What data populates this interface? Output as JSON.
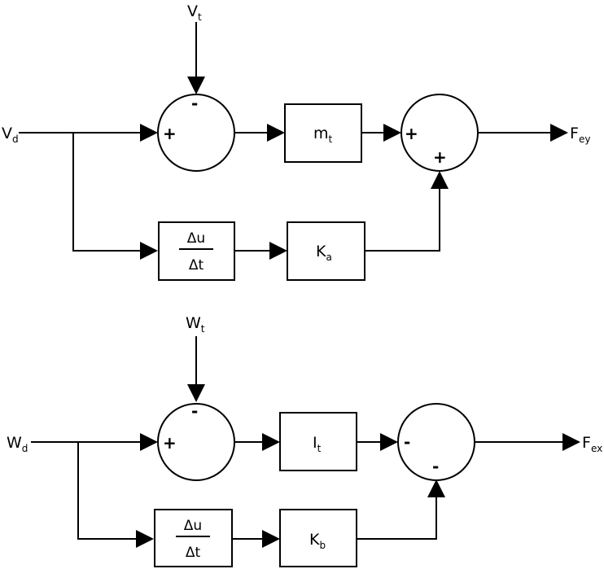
{
  "diagrams": [
    {
      "name": "translational-loop",
      "input": {
        "main": "V",
        "sub": "d"
      },
      "reference": {
        "main": "V",
        "sub": "t"
      },
      "sum1": {
        "left_sign": "+",
        "top_sign": "-"
      },
      "gain_block": {
        "main": "m",
        "sub": "t"
      },
      "derivative_block": {
        "numerator": "Δu",
        "denominator": "Δt"
      },
      "feedback_gain": {
        "main": "K",
        "sub": "a"
      },
      "sum2": {
        "left_sign": "+",
        "bottom_sign": "+"
      },
      "output": {
        "main": "F",
        "sub": "ey"
      }
    },
    {
      "name": "rotational-loop",
      "input": {
        "main": "W",
        "sub": "d"
      },
      "reference": {
        "main": "W",
        "sub": "t"
      },
      "sum1": {
        "left_sign": "+",
        "top_sign": "-"
      },
      "gain_block": {
        "main": "I",
        "sub": "t"
      },
      "derivative_block": {
        "numerator": "Δu",
        "denominator": "Δt"
      },
      "feedback_gain": {
        "main": "K",
        "sub": "b"
      },
      "sum2": {
        "left_sign": "-",
        "bottom_sign": "-"
      },
      "output": {
        "main": "F",
        "sub": "ex"
      }
    }
  ]
}
